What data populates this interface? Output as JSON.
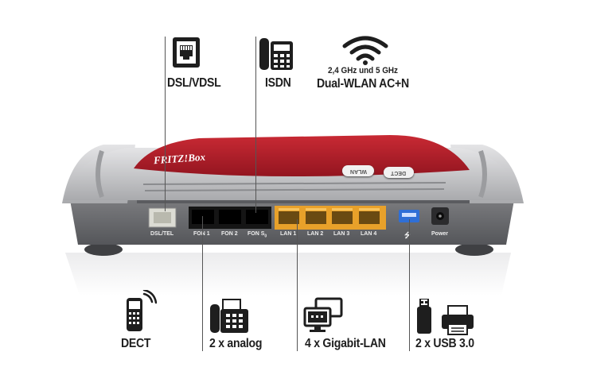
{
  "top_labels": {
    "dsl": "DSL/VDSL",
    "isdn": "ISDN",
    "wlan_bands": "2,4 GHz und 5 GHz",
    "wlan": "Dual-WLAN AC+N"
  },
  "bottom_labels": {
    "dect": "DECT",
    "analog": "2 x analog",
    "lan": "4 x Gigabit-LAN",
    "usb": "2 x USB 3.0"
  },
  "brand": "FRITZ!Box",
  "buttons": {
    "wlan": "WLAN",
    "dect": "DECT"
  },
  "ports": {
    "dsl": "DSL/TEL",
    "fon1": "FON 1",
    "fon2": "FON 2",
    "fons0": "FON S",
    "fons0_sub": "0",
    "lan1": "LAN 1",
    "lan2": "LAN 2",
    "lan3": "LAN 3",
    "lan4": "LAN 4",
    "usb": "⭍",
    "power": "Power"
  },
  "colors": {
    "red": "#b41e2a",
    "silver": "#c9c9cb",
    "body_dark": "#6a6b6e",
    "lan_yellow": "#e8a12a",
    "usb_blue": "#2f6fd6"
  }
}
